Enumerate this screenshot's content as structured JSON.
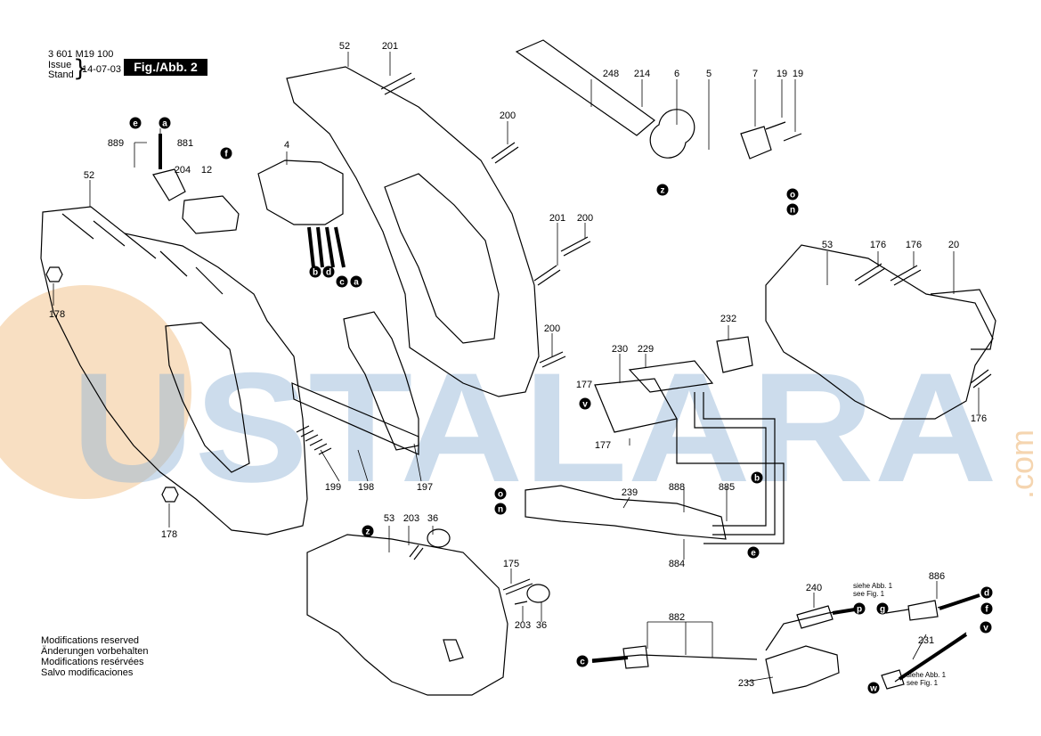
{
  "header": {
    "doc_number": "3 601 M19 100",
    "issue_label": "Issue",
    "stand_label": "Stand",
    "date": "14-07-03",
    "fig_label": "Fig./Abb. 2"
  },
  "footer_notes": [
    "Modifications reserved",
    "Änderungen vorbehalten",
    "Modifications resérvées",
    "Salvo modificaciones"
  ],
  "watermark": {
    "text": "USTALARA",
    "side_text": ".com",
    "color_blue": "#8fb3d6",
    "color_orange": "#f2c48f"
  },
  "part_labels": [
    {
      "id": "201a",
      "text": "201"
    },
    {
      "id": "52a",
      "text": "52"
    },
    {
      "id": "248",
      "text": "248"
    },
    {
      "id": "214",
      "text": "214"
    },
    {
      "id": "6",
      "text": "6"
    },
    {
      "id": "5",
      "text": "5"
    },
    {
      "id": "7",
      "text": "7"
    },
    {
      "id": "19a",
      "text": "19"
    },
    {
      "id": "19b",
      "text": "19"
    },
    {
      "id": "200a",
      "text": "200"
    },
    {
      "id": "889",
      "text": "889"
    },
    {
      "id": "881",
      "text": "881"
    },
    {
      "id": "204",
      "text": "204"
    },
    {
      "id": "12",
      "text": "12"
    },
    {
      "id": "4",
      "text": "4"
    },
    {
      "id": "52b",
      "text": "52"
    },
    {
      "id": "201b",
      "text": "201"
    },
    {
      "id": "200b",
      "text": "200"
    },
    {
      "id": "53a",
      "text": "53"
    },
    {
      "id": "176a",
      "text": "176"
    },
    {
      "id": "176b",
      "text": "176"
    },
    {
      "id": "20",
      "text": "20"
    },
    {
      "id": "178a",
      "text": "178"
    },
    {
      "id": "232",
      "text": "232"
    },
    {
      "id": "200c",
      "text": "200"
    },
    {
      "id": "230",
      "text": "230"
    },
    {
      "id": "229",
      "text": "229"
    },
    {
      "id": "177a",
      "text": "177"
    },
    {
      "id": "177b",
      "text": "177"
    },
    {
      "id": "176c",
      "text": "176"
    },
    {
      "id": "199",
      "text": "199"
    },
    {
      "id": "198",
      "text": "198"
    },
    {
      "id": "197",
      "text": "197"
    },
    {
      "id": "239",
      "text": "239"
    },
    {
      "id": "888",
      "text": "888"
    },
    {
      "id": "885",
      "text": "885"
    },
    {
      "id": "884",
      "text": "884"
    },
    {
      "id": "178b",
      "text": "178"
    },
    {
      "id": "53b",
      "text": "53"
    },
    {
      "id": "203a",
      "text": "203"
    },
    {
      "id": "36a",
      "text": "36"
    },
    {
      "id": "175",
      "text": "175"
    },
    {
      "id": "203b",
      "text": "203"
    },
    {
      "id": "36b",
      "text": "36"
    },
    {
      "id": "886",
      "text": "886"
    },
    {
      "id": "240",
      "text": "240"
    },
    {
      "id": "882",
      "text": "882"
    },
    {
      "id": "231",
      "text": "231"
    },
    {
      "id": "233",
      "text": "233"
    }
  ],
  "callouts": [
    {
      "id": "e1",
      "text": "e"
    },
    {
      "id": "a1",
      "text": "a"
    },
    {
      "id": "f1",
      "text": "f"
    },
    {
      "id": "b1",
      "text": "b"
    },
    {
      "id": "d1",
      "text": "d"
    },
    {
      "id": "c1",
      "text": "c"
    },
    {
      "id": "a2",
      "text": "a"
    },
    {
      "id": "z1",
      "text": "z"
    },
    {
      "id": "o1",
      "text": "o"
    },
    {
      "id": "n1",
      "text": "n"
    },
    {
      "id": "v1",
      "text": "v"
    },
    {
      "id": "b2",
      "text": "b"
    },
    {
      "id": "o2",
      "text": "o"
    },
    {
      "id": "n2",
      "text": "n"
    },
    {
      "id": "e2",
      "text": "e"
    },
    {
      "id": "z2",
      "text": "z"
    },
    {
      "id": "d2",
      "text": "d"
    },
    {
      "id": "p1",
      "text": "p"
    },
    {
      "id": "g1",
      "text": "g"
    },
    {
      "id": "f2",
      "text": "f"
    },
    {
      "id": "c2",
      "text": "c"
    },
    {
      "id": "v2",
      "text": "v"
    },
    {
      "id": "w1",
      "text": "w"
    }
  ],
  "see_fig_notes": [
    {
      "id": "sf1",
      "line1": "siehe Abb. 1",
      "line2": "see Fig. 1"
    },
    {
      "id": "sf2",
      "line1": "siehe Abb. 1",
      "line2": "see Fig. 1"
    }
  ]
}
